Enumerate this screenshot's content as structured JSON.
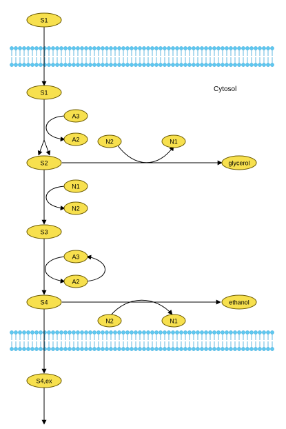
{
  "compartment_label": "Cytosol",
  "colors": {
    "node_fill": "#f7e04e",
    "node_stroke": "#6b5a00",
    "edge": "#000000",
    "membrane_head": "#5ec8f0",
    "membrane_tail": "#3aa6d8"
  },
  "nodes": {
    "s1_ext": "S1",
    "s1": "S1",
    "a3_top": "A3",
    "a2_top": "A2",
    "s2": "S2",
    "n2_gly": "N2",
    "n1_gly": "N1",
    "glycerol": "glycerol",
    "n1_mid": "N1",
    "n2_mid": "N2",
    "s3": "S3",
    "a3_bot": "A3",
    "a2_bot": "A2",
    "s4": "S4",
    "ethanol": "ethanol",
    "n2_eth": "N2",
    "n1_eth": "N1",
    "s4ex": "S4,ex"
  }
}
